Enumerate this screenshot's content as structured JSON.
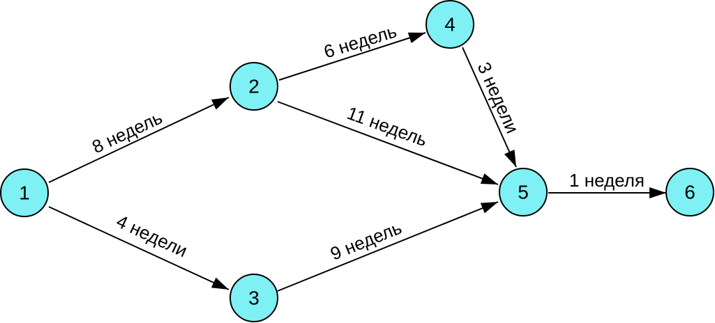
{
  "colors": {
    "node_fill": "#7ff0f4",
    "stroke": "#000000"
  },
  "nodes": [
    {
      "id": "1",
      "label": "1"
    },
    {
      "id": "2",
      "label": "2"
    },
    {
      "id": "3",
      "label": "3"
    },
    {
      "id": "4",
      "label": "4"
    },
    {
      "id": "5",
      "label": "5"
    },
    {
      "id": "6",
      "label": "6"
    }
  ],
  "edges": [
    {
      "from": "1",
      "to": "2",
      "label": "8 недель"
    },
    {
      "from": "1",
      "to": "3",
      "label": "4 недели"
    },
    {
      "from": "2",
      "to": "4",
      "label": "6 недель"
    },
    {
      "from": "2",
      "to": "5",
      "label": "11 недель"
    },
    {
      "from": "3",
      "to": "5",
      "label": "9 недель"
    },
    {
      "from": "4",
      "to": "5",
      "label": "3 недели"
    },
    {
      "from": "5",
      "to": "6",
      "label": "1 неделя"
    }
  ]
}
